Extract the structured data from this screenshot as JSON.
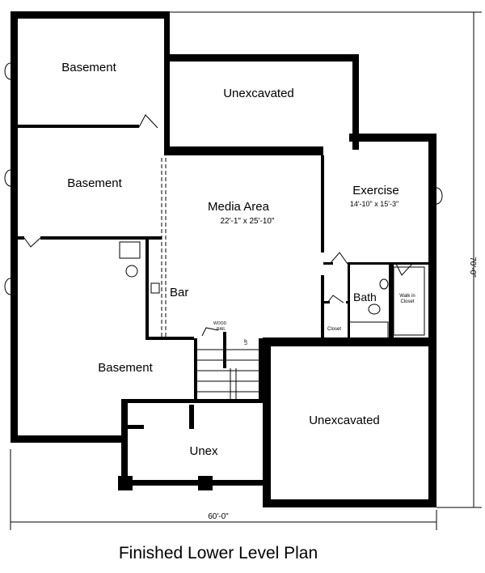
{
  "title": "Finished Lower Level Plan",
  "rooms": {
    "basement_top": "Basement",
    "basement_middle": "Basement",
    "basement_lower": "Basement",
    "unexcavated_top": "Unexcavated",
    "unexcavated_bottom": "Unexcavated",
    "unex": "Unex",
    "media": {
      "name": "Media Area",
      "size": "22'-1\" x 25'-10\""
    },
    "exercise": {
      "name": "Exercise",
      "size": "14'-10\" x 15'-3\""
    },
    "bar": "Bar",
    "bath": "Bath",
    "closet": "Closet",
    "walk_in_closet": [
      "Walk in",
      "Closet"
    ]
  },
  "annotations": {
    "wood_rail": [
      "WOOD",
      "RAIL"
    ],
    "up": "UP"
  },
  "dimensions": {
    "width": "60'-0\"",
    "depth": "70'-0\""
  }
}
